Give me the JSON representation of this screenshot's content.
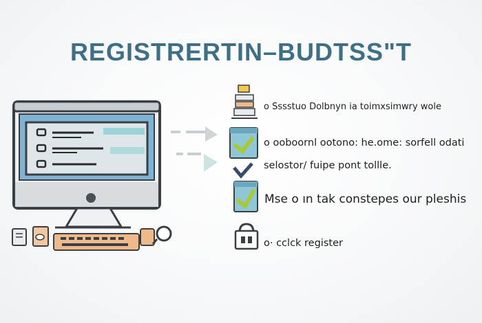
{
  "header": {
    "title": "REGISTRERTIΝ–BUDTSS\"T"
  },
  "steps": [
    {
      "text": "o Sssstuo Dolbnyn ia toimxsimwry wole"
    },
    {
      "text": "o ooboornl ootono: he.ome: sorfell odati"
    },
    {
      "text": "selostor/ fuipe pont tollle."
    },
    {
      "text": "Mse  o  ın tak constepes our pleshis"
    },
    {
      "text": "o· cclck register"
    }
  ],
  "colors": {
    "title": "#3f6f84",
    "monitor_bezel": "#3a3f44",
    "screen_blue": "#7fb3d5",
    "window_bg": "#dfe6ea",
    "accent_teal": "#9cd3d6",
    "check_green": "#a8c93a",
    "keyboard": "#f0b98a"
  },
  "icons": [
    "desktop-monitor-icon",
    "document-stack-icon",
    "checkbox-icon",
    "lock-icon",
    "mouse-icon",
    "keyboard-icon",
    "arrow-right-icon"
  ]
}
